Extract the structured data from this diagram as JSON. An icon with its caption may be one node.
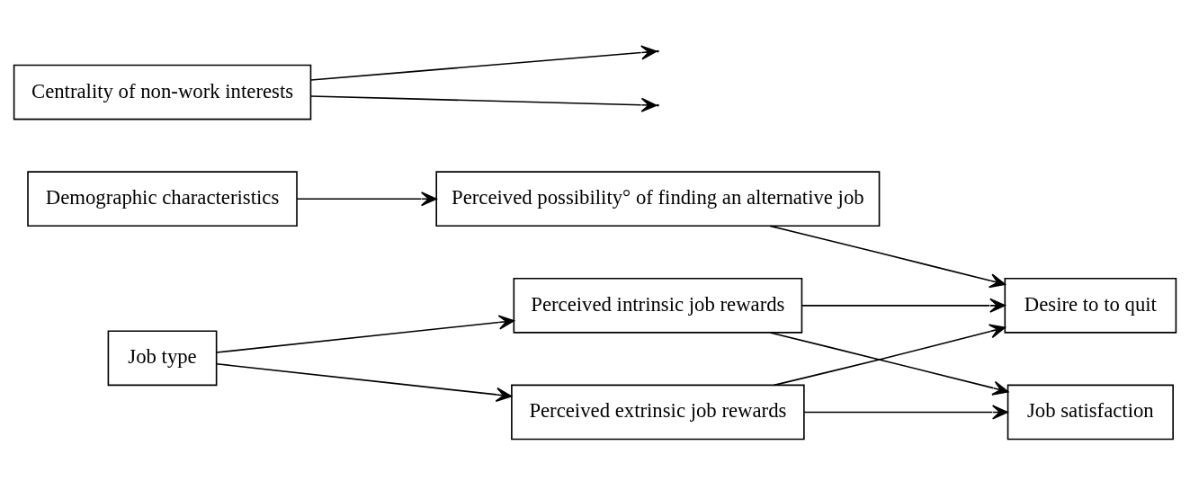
{
  "diagram": {
    "nodes": [
      {
        "text": [
          "Demographic characteristics"
        ]
      },
      {
        "text": [
          "Perceived possibility° of finding an alternative job"
        ]
      },
      {
        "text": [
          "Desire to to quit"
        ]
      },
      {
        "text": [
          "Centrality of non-work interests"
        ]
      },
      {
        "text": [
          "Job type"
        ]
      },
      {
        "text": [
          "Perceived intrinsic job rewards"
        ]
      },
      {
        "text": [
          "Job satisfaction"
        ]
      },
      {
        "text": [
          "Perceived extrinsic job rewards"
        ]
      }
    ],
    "edges": [
      {
        "from": 0,
        "to": 1,
        "arrow": "to"
      },
      {
        "from": 1,
        "to": 2,
        "arrow": "to"
      },
      {
        "from": 4,
        "to": 5,
        "arrow": "to"
      },
      {
        "from": 4,
        "to": 7,
        "arrow": "to"
      },
      {
        "from": 5,
        "to": 2,
        "arrow": "to"
      },
      {
        "from": 7,
        "to": 2,
        "arrow": "to"
      },
      {
        "from": 5,
        "to": 6,
        "arrow": "to"
      },
      {
        "from": 7,
        "to": 6,
        "arrow": "to"
      },
      {
        "from": 3,
        "to": null,
        "arrow": "to"
      },
      {
        "from": 3,
        "to": null,
        "arrow": "to"
      }
    ]
  }
}
